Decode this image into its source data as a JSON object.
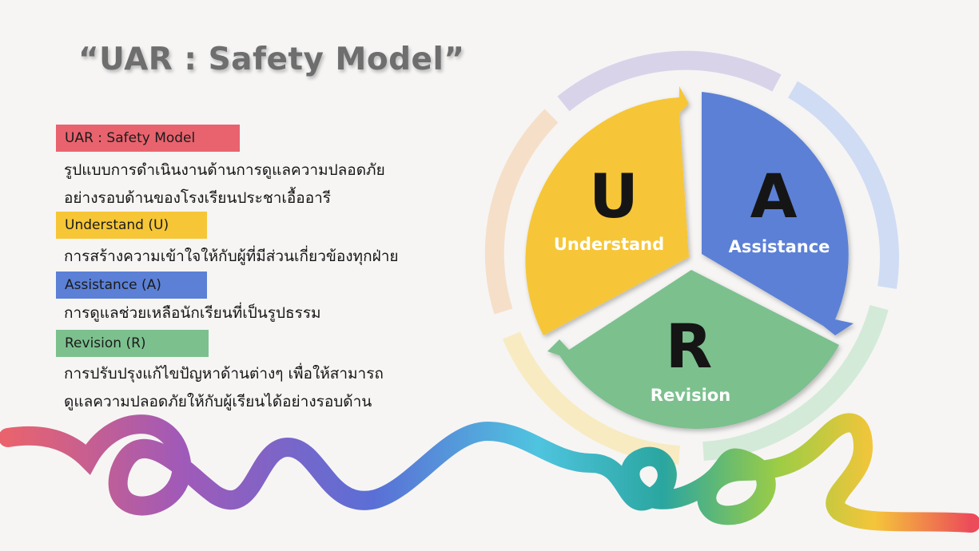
{
  "title": "“UAR : Safety Model”",
  "legend": [
    {
      "label": "UAR : Safety Model",
      "color": "#e8636e",
      "lines": [
        "รูปแบบการดำเนินงานด้านการดูแลความปลอดภัย",
        "อย่างรอบด้านของโรงเรียนประชาเอื้ออารี"
      ]
    },
    {
      "label": "Understand  (U)",
      "color": "#f6c637",
      "lines": [
        "การสร้างความเข้าใจให้กับผู้ที่มีส่วนเกี่ยวข้องทุกฝ่าย"
      ]
    },
    {
      "label": "Assistance  (A)",
      "color": "#5b80d6",
      "lines": [
        "การดูแลช่วยเหลือนักเรียนที่เป็นรูปธรรม"
      ]
    },
    {
      "label": "Revision  (R)",
      "color": "#7cc08e",
      "lines": [
        "การปรับปรุงแก้ไขปัญหาด้านต่างๆ  เพื่อให้สามารถ",
        "ดูแลความปลอดภัยให้กับผู้เรียนได้อย่างรอบด้าน"
      ]
    }
  ],
  "cycle": {
    "segments": [
      {
        "letter": "U",
        "name": "Understand",
        "color": "#f6c637"
      },
      {
        "letter": "A",
        "name": "Assistance",
        "color": "#5b80d6"
      },
      {
        "letter": "R",
        "name": "Revision",
        "color": "#7cc08e"
      }
    ]
  }
}
